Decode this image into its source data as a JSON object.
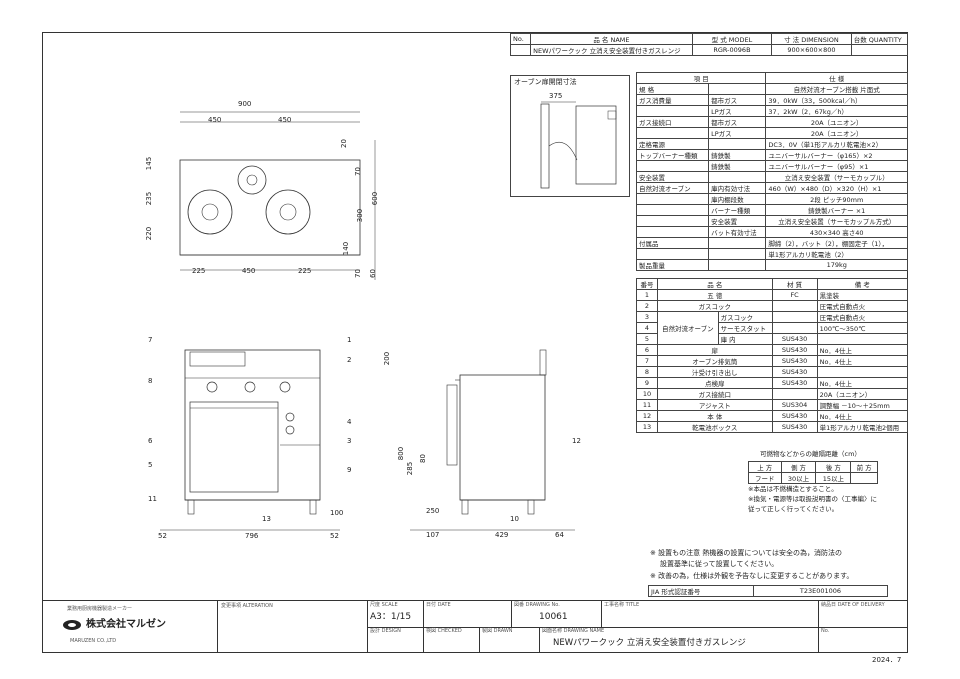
{
  "header": {
    "no_label": "No.",
    "name_label": "品 名 NAME",
    "model_label": "型 式 MODEL",
    "dim_label": "寸 法 DIMENSION",
    "qty_label": "台数 QUANTITY",
    "name": "NEWパワークック 立消え安全装置付きガスレンジ",
    "model": "RGR-0096B",
    "dimension": "900×600×800"
  },
  "drawing": {
    "oven_label": "オーブン扉開閉寸法",
    "oven_dim": "375",
    "top_width": "900",
    "top_half_l": "450",
    "top_half_r": "450",
    "side_20": "20",
    "side_70": "70",
    "side_600": "600",
    "side_300": "300",
    "side_140": "140",
    "side_70b": "70",
    "side_60": "60",
    "left_145": "145",
    "left_235": "235",
    "left_220": "220",
    "bottom_225l": "225",
    "bottom_450": "450",
    "bottom_225r": "225",
    "front_200": "200",
    "front_800": "800",
    "front_285": "285",
    "front_80": "80",
    "front_100": "100",
    "front_52l": "52",
    "front_796": "796",
    "front_52r": "52",
    "side_250": "250",
    "side_107": "107",
    "side_429": "429",
    "side_64": "64",
    "callouts": [
      "1",
      "2",
      "3",
      "4",
      "5",
      "6",
      "7",
      "8",
      "9",
      "10",
      "11",
      "12",
      "13",
      "10",
      "12"
    ]
  },
  "spec": {
    "col_item": "項 目",
    "col_spec": "仕 様",
    "rows": [
      {
        "a": "規 格",
        "b": "",
        "c": "自然対流オーブン搭載 片面式"
      },
      {
        "a": "ガス消費量",
        "b": "都市ガス",
        "c": "39．0kW（33，500kcal／h）"
      },
      {
        "a": "",
        "b": "LPガス",
        "c": "37．2kW（2．67kg／h）"
      },
      {
        "a": "ガス接続口",
        "b": "都市ガス",
        "c": "20A（ユニオン）"
      },
      {
        "a": "",
        "b": "LPガス",
        "c": "20A（ユニオン）"
      },
      {
        "a": "定格電源",
        "b": "",
        "c": "DC3．0V（単1形アルカリ乾電池×2）"
      },
      {
        "a": "トップバーナー種類",
        "b": "鋳鉄製",
        "c": "ユニバーサルバーナー（φ165）×2"
      },
      {
        "a": "",
        "b": "鋳鉄製",
        "c": "ユニバーサルバーナー（φ95）×1"
      },
      {
        "a": "安全装置",
        "b": "",
        "c": "立消え安全装置（サーモカップル）"
      },
      {
        "a": "自然対流オーブン",
        "b": "庫内有効寸法",
        "c": "460（W）×480（D）×320（H）×1"
      },
      {
        "a": "",
        "b": "庫内棚段数",
        "c": "2段 ピッチ90mm"
      },
      {
        "a": "",
        "b": "バーナー種類",
        "c": "鋳鉄製バーナー ×1"
      },
      {
        "a": "",
        "b": "安全装置",
        "c": "立消え安全装置（サーモカップル方式）"
      },
      {
        "a": "",
        "b": "バット有効寸法",
        "c": "430×340 高さ40"
      },
      {
        "a": "付属品",
        "b": "",
        "c": "脚締（2），バット（2），棚固定子（1），"
      },
      {
        "a": "",
        "b": "",
        "c": "単1形アルカリ乾電池（2）"
      },
      {
        "a": "製品重量",
        "b": "",
        "c": "179kg"
      }
    ]
  },
  "parts": {
    "headers": [
      "番号",
      "品 名",
      "材 質",
      "備 考"
    ],
    "rows": [
      {
        "n": "1",
        "name": "五 徳",
        "mat": "FC",
        "note": "黒塗装"
      },
      {
        "n": "2",
        "name": "ガスコック",
        "mat": "",
        "note": "圧電式自動点火"
      },
      {
        "n": "3",
        "name": "ガスコック",
        "mat": "",
        "note": "圧電式自動点火"
      },
      {
        "n": "4",
        "name": "サーモスタット",
        "mat": "",
        "note": "100℃～350℃"
      },
      {
        "n": "5",
        "name": "庫 内",
        "mat": "SUS430",
        "note": ""
      },
      {
        "n": "6",
        "name": "扉",
        "mat": "SUS430",
        "note": "No．4仕上"
      },
      {
        "n": "7",
        "name": "オーブン排気筒",
        "mat": "SUS430",
        "note": "No．4仕上"
      },
      {
        "n": "8",
        "name": "汁受け引き出し",
        "mat": "SUS430",
        "note": ""
      },
      {
        "n": "9",
        "name": "点検扉",
        "mat": "SUS430",
        "note": "No．4仕上"
      },
      {
        "n": "10",
        "name": "ガス接続口",
        "mat": "",
        "note": "20A（ユニオン）"
      },
      {
        "n": "11",
        "name": "アジャスト",
        "mat": "SUS304",
        "note": "調整幅 －10～＋25mm"
      },
      {
        "n": "12",
        "name": "本 体",
        "mat": "SUS430",
        "note": "No．4仕上"
      },
      {
        "n": "13",
        "name": "乾電池ボックス",
        "mat": "SUS430",
        "note": "単1形アルカリ乾電池2個用"
      }
    ],
    "oven_group": "自然対流オーブン"
  },
  "clearance": {
    "title": "可燃物などからの離隔距離（cm）",
    "headers": [
      "上 方",
      "側 方",
      "後 方",
      "前 方"
    ],
    "row": [
      "フード",
      "30以上",
      "15以上",
      ""
    ],
    "note1": "※本品は不燃構造とすること。",
    "note2": "※換気・電源等は取扱説明書の〈工事編〉に",
    "note3": "従って正しく行ってください。"
  },
  "notes": {
    "n1a": "※ 設置もの注意 熱機器の設置については安全の為，消防法の",
    "n1b": "設置基準に従って設置してください。",
    "n2": "※ 改善の為，仕様は外観を予告なしに変更することがあります。",
    "jia_label": "JIA 形式認証番号",
    "jia_value": "T23E001006"
  },
  "footer": {
    "maker_label": "業務用厨房機器製造メーカー",
    "company": "株式会社マルゼン",
    "company_en": "MARUZEN CO.,LTD",
    "alteration_label": "変更事項 ALTERATION",
    "scale_label": "尺度 SCALE",
    "scale": "A3：1/15",
    "date_label": "日付 DATE",
    "drawing_no_label": "図番 DRAWING No.",
    "drawing_no": "10061",
    "title_label": "工事名称 TITLE",
    "delivery_label": "納品日 DATE OF DELIVERY",
    "design_label": "設計 DESIGN",
    "check_label": "検図 CHECKED",
    "drawn_label": "製図 DRAWN",
    "drawing_name_label": "図面名称 DRAWING NAME",
    "drawing_name": "NEWパワークック 立消え安全装置付きガスレンジ",
    "no_label": "No.",
    "date": "2024．7"
  }
}
